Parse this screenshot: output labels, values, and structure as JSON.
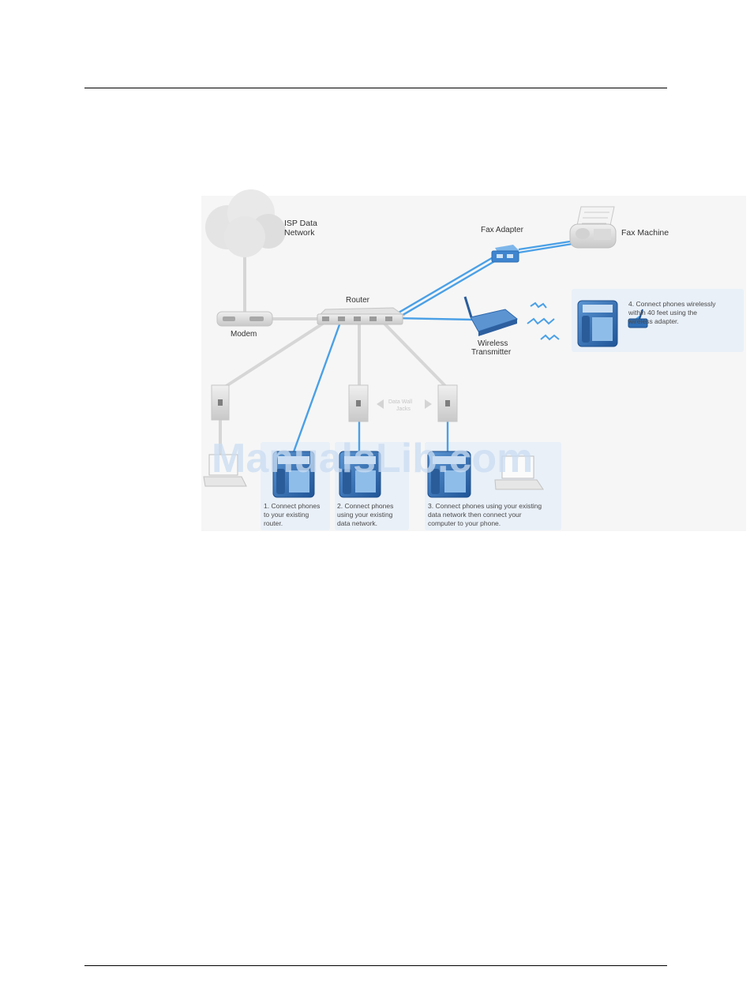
{
  "labels": {
    "isp_network": [
      "ISP Data",
      "Network"
    ],
    "modem": "Modem",
    "router": "Router",
    "fax_adapter": "Fax Adapter",
    "fax_machine": "Fax Machine",
    "wireless_transmitter": [
      "Wireless",
      "Transmitter"
    ],
    "data_wall_jacks": [
      "Data Wall",
      "Jacks"
    ]
  },
  "notes": {
    "option1": [
      "1. Connect phones",
      "to your existing",
      "router."
    ],
    "option2": [
      "2. Connect phones",
      "using your existing",
      "data network."
    ],
    "option3": [
      "3. Connect phones using your existing",
      "data network then connect your",
      "computer to your phone."
    ],
    "option4": [
      "4. Connect phones wirelessly",
      "within 40 feet using the",
      "wireless adapter."
    ]
  },
  "watermark": "ManualsLib.com",
  "colors": {
    "cable_blue": "#4aa0e6",
    "cable_gray": "#d4d4d4",
    "device_blue": "#2f6eb5",
    "panel_bg": "#eaf1f9"
  }
}
